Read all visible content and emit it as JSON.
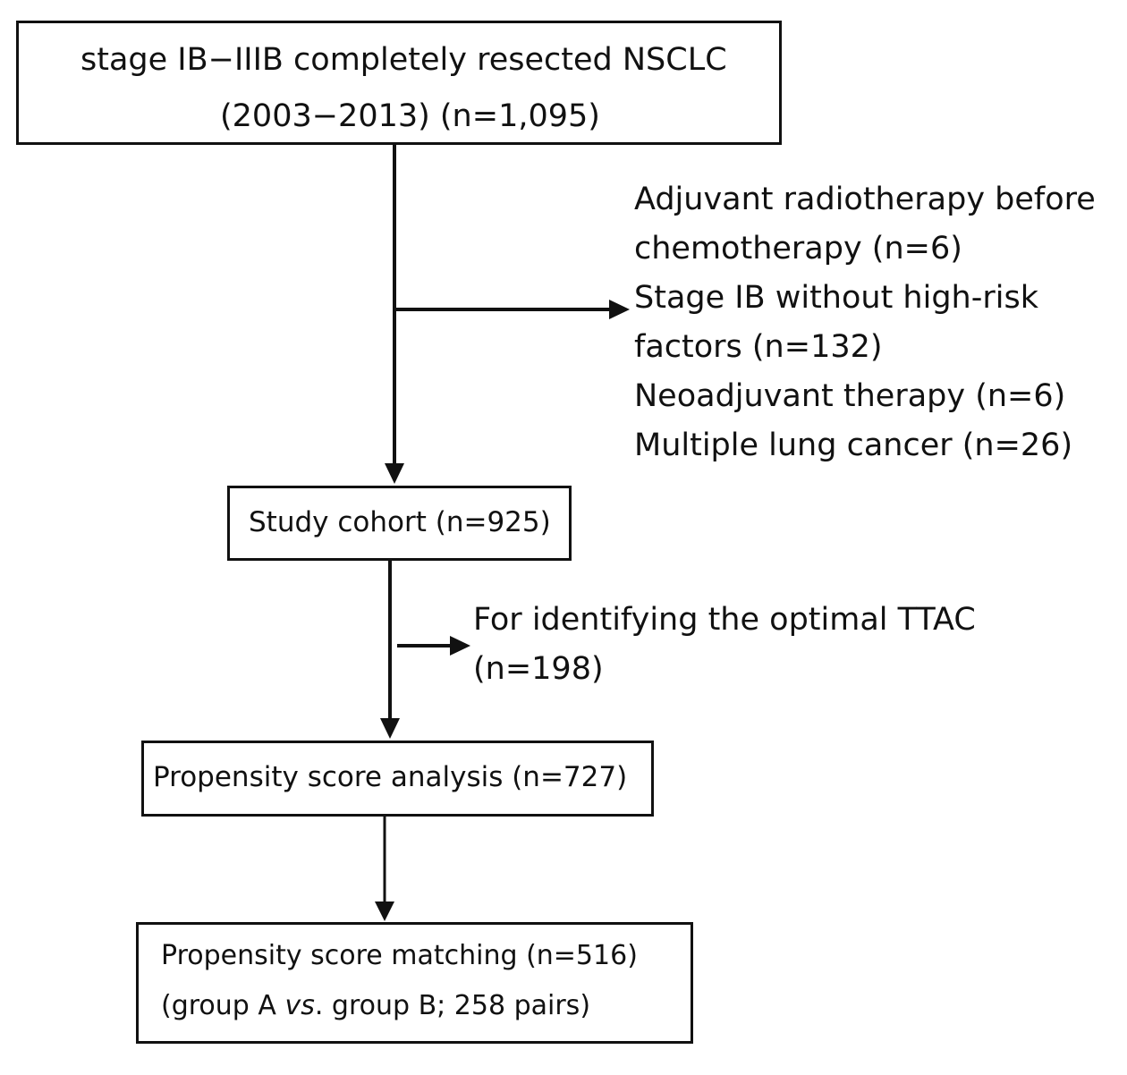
{
  "boxes": {
    "top": {
      "line1": "stage IB−IIIB completely resected NSCLC",
      "line2": "(2003−2013) (n=1,095)"
    },
    "study": {
      "label": "Study cohort (n=925)"
    },
    "propensity": {
      "label": "Propensity score analysis (n=727)"
    },
    "matching": {
      "line1": "Propensity score matching (n=516)",
      "line2_prefix": "(group A ",
      "line2_italic": "vs",
      "line2_suffix": ". group B; 258 pairs)"
    }
  },
  "exclusions": {
    "first": [
      "Adjuvant radiotherapy before",
      "chemotherapy (n=6)",
      "Stage IB without high-risk",
      "factors (n=132)",
      "Neoadjuvant therapy (n=6)",
      "Multiple lung cancer (n=26)"
    ],
    "second": [
      "For identifying the optimal TTAC",
      "(n=198)"
    ]
  }
}
